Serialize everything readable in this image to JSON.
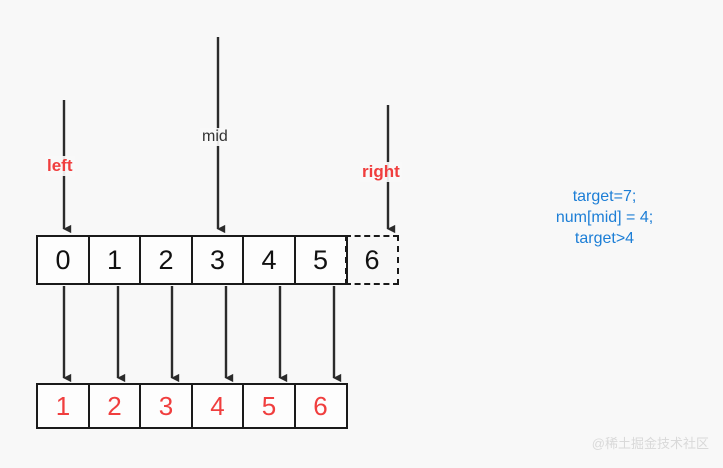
{
  "diagram": {
    "title": "binary-search-pointer-diagram",
    "background_color": "#f8f8f8",
    "accent_red": "#f03e3e",
    "accent_blue": "#1c7ed6",
    "line_color": "#1a1a1a"
  },
  "pointers": [
    {
      "label": "left",
      "color": "#f03e3e",
      "index": 0
    },
    {
      "label": "mid",
      "color": "#333333",
      "index": 3
    },
    {
      "label": "right",
      "color": "#f03e3e",
      "index": 6
    }
  ],
  "top_array": {
    "name": "index-array",
    "cells": [
      {
        "value": "0",
        "style": "solid"
      },
      {
        "value": "1",
        "style": "solid"
      },
      {
        "value": "2",
        "style": "solid"
      },
      {
        "value": "3",
        "style": "solid"
      },
      {
        "value": "4",
        "style": "solid"
      },
      {
        "value": "5",
        "style": "solid"
      },
      {
        "value": "6",
        "style": "dashed"
      }
    ]
  },
  "bottom_array": {
    "name": "value-array",
    "cells": [
      {
        "value": "1"
      },
      {
        "value": "2"
      },
      {
        "value": "3"
      },
      {
        "value": "4"
      },
      {
        "value": "5"
      },
      {
        "value": "6"
      }
    ]
  },
  "annotation": {
    "line1": "target=7;",
    "line2": "num[mid] = 4;",
    "line3": "target>4"
  },
  "watermark": {
    "text": "@稀土掘金技术社区"
  }
}
